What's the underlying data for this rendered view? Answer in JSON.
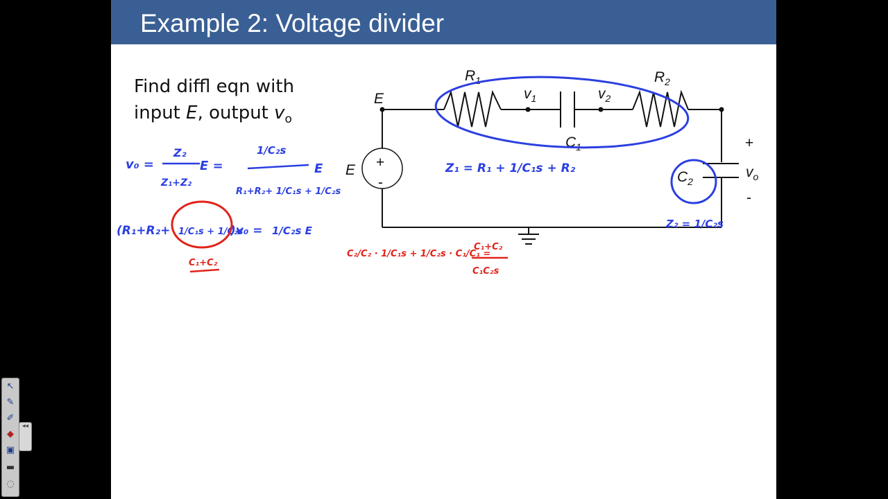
{
  "slide": {
    "title": "Example 2: Voltage divider",
    "prompt_line1": "Find diffl eqn with",
    "prompt_line2_pre": "input ",
    "prompt_line2_var": "E",
    "prompt_line2_mid": ", output ",
    "prompt_line2_out": "v",
    "prompt_line2_sub": "o"
  },
  "circuit": {
    "node_E": "E",
    "source_label": "E",
    "source_plus": "+",
    "source_minus": "-",
    "r1": "R",
    "r1_sub": "1",
    "r2": "R",
    "r2_sub": "2",
    "v1": "v",
    "v1_sub": "1",
    "v2": "v",
    "v2_sub": "2",
    "c1": "C",
    "c1_sub": "1",
    "c2": "C",
    "c2_sub": "2",
    "out_plus": "+",
    "out_minus": "-",
    "vo": "v",
    "vo_sub": "o"
  },
  "annotations": {
    "eq1_lhs": "v₀ =",
    "eq1_num": "Z₂",
    "eq1_den": "Z₁+Z₂",
    "eq1_E": "E =",
    "eq1_rhs_num": "1/C₂s",
    "eq1_rhs_den": "R₁+R₂+ 1/C₁s + 1/C₂s",
    "eq1_rhs_E": "E",
    "eq2_lhs": "(R₁+R₂+",
    "eq2_circled": "1/C₁s + 1/C₂s",
    "eq2_mid": ")v₀ =",
    "eq2_rhs": "1/C₂s  E",
    "eq2_under": "C₁+C₂",
    "z1": "Z₁ = R₁ + 1/C₁s + R₂",
    "z2": "Z₂ = 1/C₂s",
    "red_work": "C₂/C₂ · 1/C₁s + 1/C₂s · C₁/C₁ =",
    "red_num": "C₁+C₂",
    "red_den": "C₁C₂s"
  },
  "toolbar": {
    "tools": [
      "select-arrow",
      "pen",
      "highlighter",
      "eraser",
      "text",
      "keyboard",
      "more"
    ],
    "handle_glyph": "◂◂"
  },
  "colors": {
    "title_bar": "#3a5f94",
    "ink_blue": "#2b3fe0",
    "ink_red": "#e0231a"
  }
}
